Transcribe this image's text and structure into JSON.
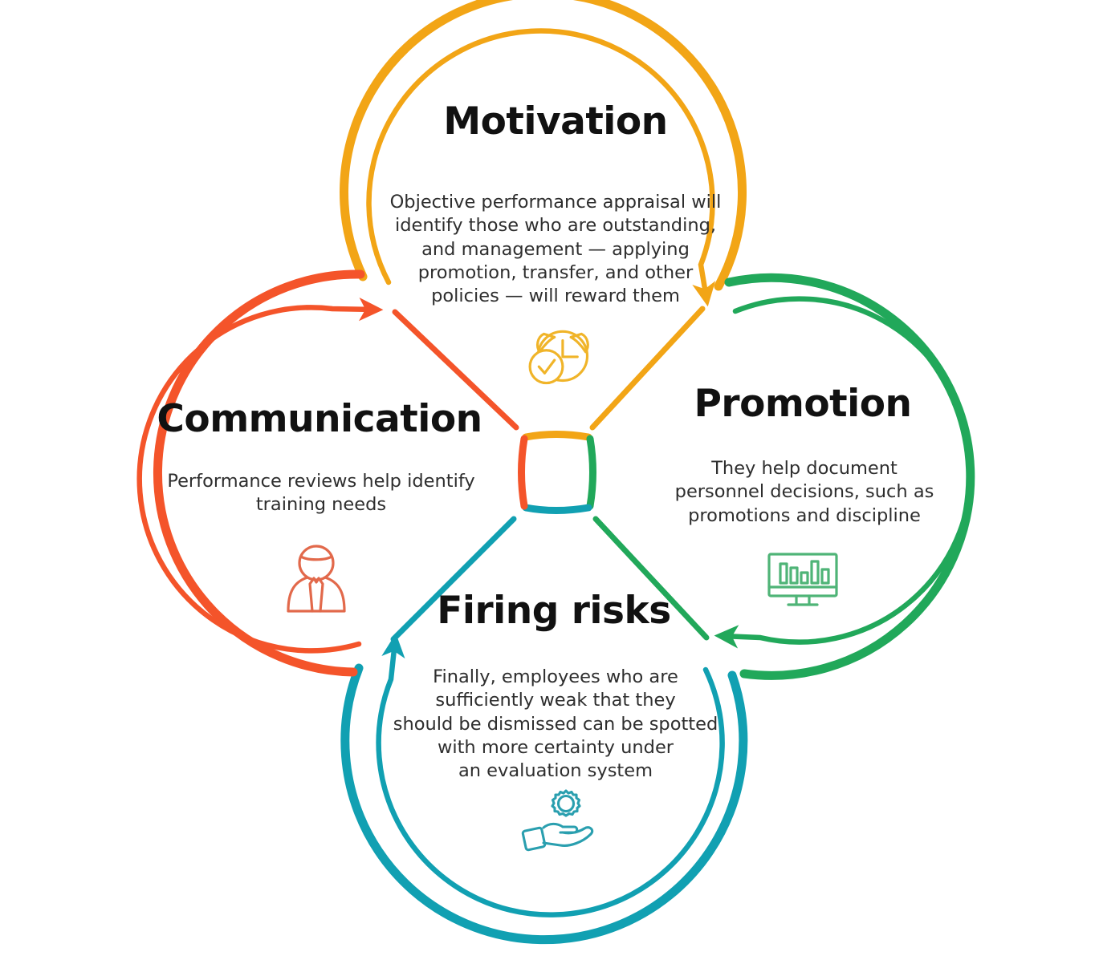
{
  "diagram": {
    "type": "cycle-quadrant-petal-diagram",
    "background_color": "#ffffff",
    "direction": "clockwise",
    "center_node": {
      "name": "center-square",
      "shape": "rounded-square",
      "segments": [
        {
          "side": "top",
          "color": "#F2A516"
        },
        {
          "side": "right",
          "color": "#21A85A"
        },
        {
          "side": "bottom",
          "color": "#11A0B2"
        },
        {
          "side": "left",
          "color": "#F4542A"
        }
      ]
    },
    "petals": [
      {
        "id": "motivation",
        "position": "top",
        "color": "#F2A516",
        "title": "Motivation",
        "body_lines": [
          "Objective performance appraisal will",
          "identify those who are outstanding,",
          "and management — applying",
          "promotion, transfer, and other",
          "policies — will reward them"
        ],
        "icon": "alarm-clock-check-icon",
        "arrow_points_to": "promotion"
      },
      {
        "id": "promotion",
        "position": "right",
        "color": "#21A85A",
        "title": "Promotion",
        "body_lines": [
          "They help document",
          "personnel decisions, such as",
          "promotions and discipline"
        ],
        "icon": "monitor-bar-chart-icon",
        "arrow_points_to": "firing_risks"
      },
      {
        "id": "firing_risks",
        "position": "bottom",
        "color": "#11A0B2",
        "title": "Firing risks",
        "body_lines": [
          "Finally, employees who are",
          "sufficiently weak that they",
          "should be dismissed can be spotted",
          "with more certainty under",
          "an evaluation system"
        ],
        "icon": "hand-holding-gear-icon",
        "arrow_points_to": "communication"
      },
      {
        "id": "communication",
        "position": "left",
        "color": "#F4542A",
        "title": "Communication",
        "body_lines": [
          "Performance reviews help identify",
          "training needs"
        ],
        "icon": "person-suit-icon",
        "arrow_points_to": "motivation"
      }
    ]
  }
}
